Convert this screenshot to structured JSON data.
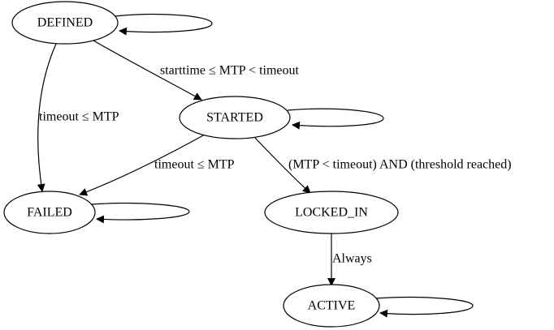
{
  "nodes": {
    "defined": "DEFINED",
    "started": "STARTED",
    "failed": "FAILED",
    "locked_in": "LOCKED_IN",
    "active": "ACTIVE"
  },
  "edges": {
    "defined_to_started": "starttime ≤ MTP < timeout",
    "defined_to_failed": "timeout ≤ MTP",
    "started_to_failed": "timeout ≤ MTP",
    "started_to_locked_in": "(MTP < timeout) AND (threshold reached)",
    "locked_in_to_active": "Always"
  },
  "colors": {
    "stroke": "#000000",
    "background": "#ffffff"
  }
}
